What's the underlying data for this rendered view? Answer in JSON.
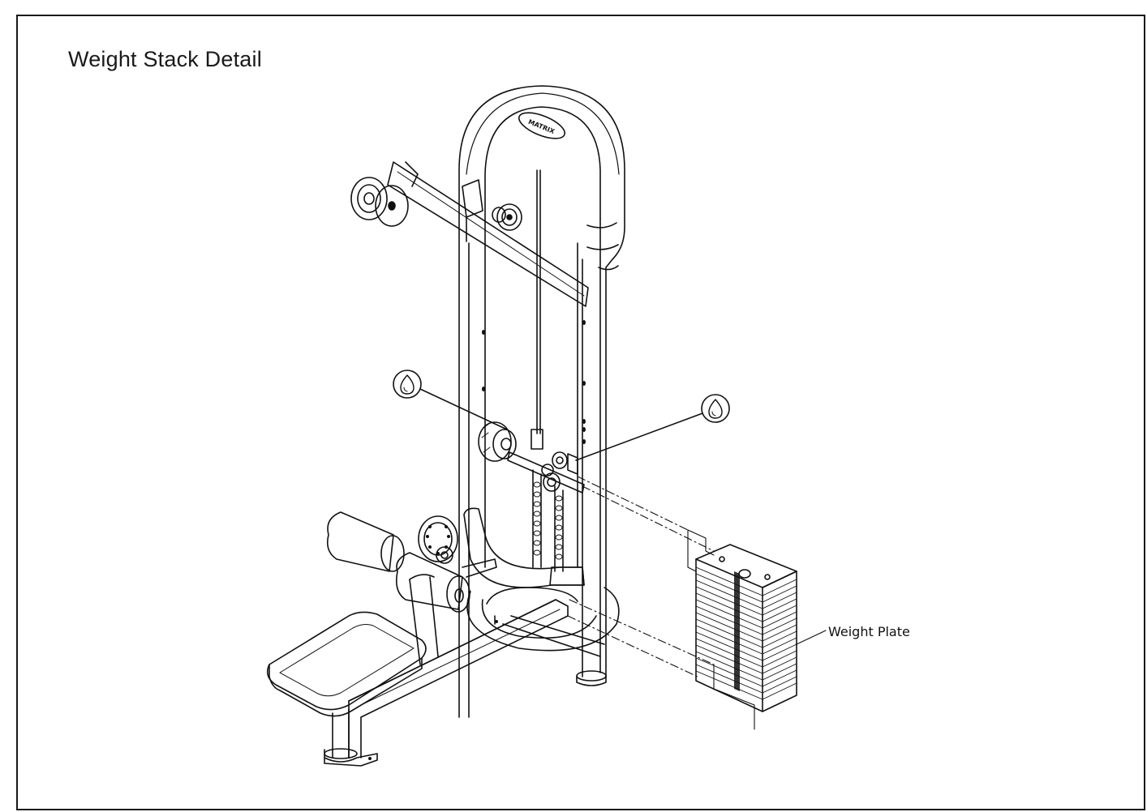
{
  "page": {
    "title": "Weight Stack Detail"
  },
  "diagram": {
    "brand_logo_text": "MATRIX",
    "callouts": [
      {
        "label": "Weight Plate",
        "target": "weight-stack"
      }
    ],
    "lubrication_markers": [
      {
        "icon": "oil-drop-icon",
        "target": "left-pulley"
      },
      {
        "icon": "oil-drop-icon",
        "target": "right-carriage"
      }
    ]
  }
}
